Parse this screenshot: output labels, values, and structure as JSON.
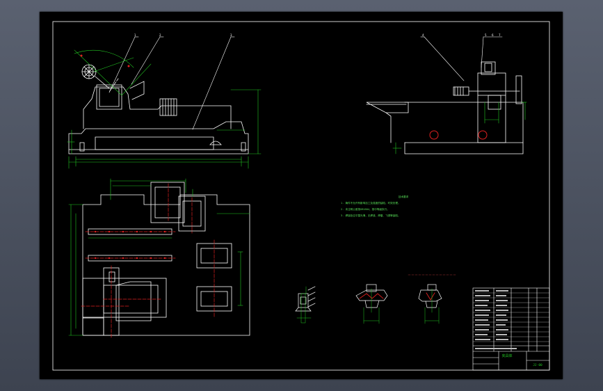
{
  "notes": {
    "title": "技术要求",
    "lines": [
      "1. 铸件不允许有影响加工及强度的缺陷，时效处理。",
      "2. 未注明公差按GB1804，按中等级执行。",
      "3. 焊接处应平整光滑，无焊渣、焊瘤、飞溅等缺陷。"
    ]
  },
  "title_block": {
    "name": "夹具体",
    "drawing_no": "JJ-00"
  },
  "balloons": [
    "1",
    "2",
    "3",
    "4",
    "5",
    "6",
    "7"
  ]
}
